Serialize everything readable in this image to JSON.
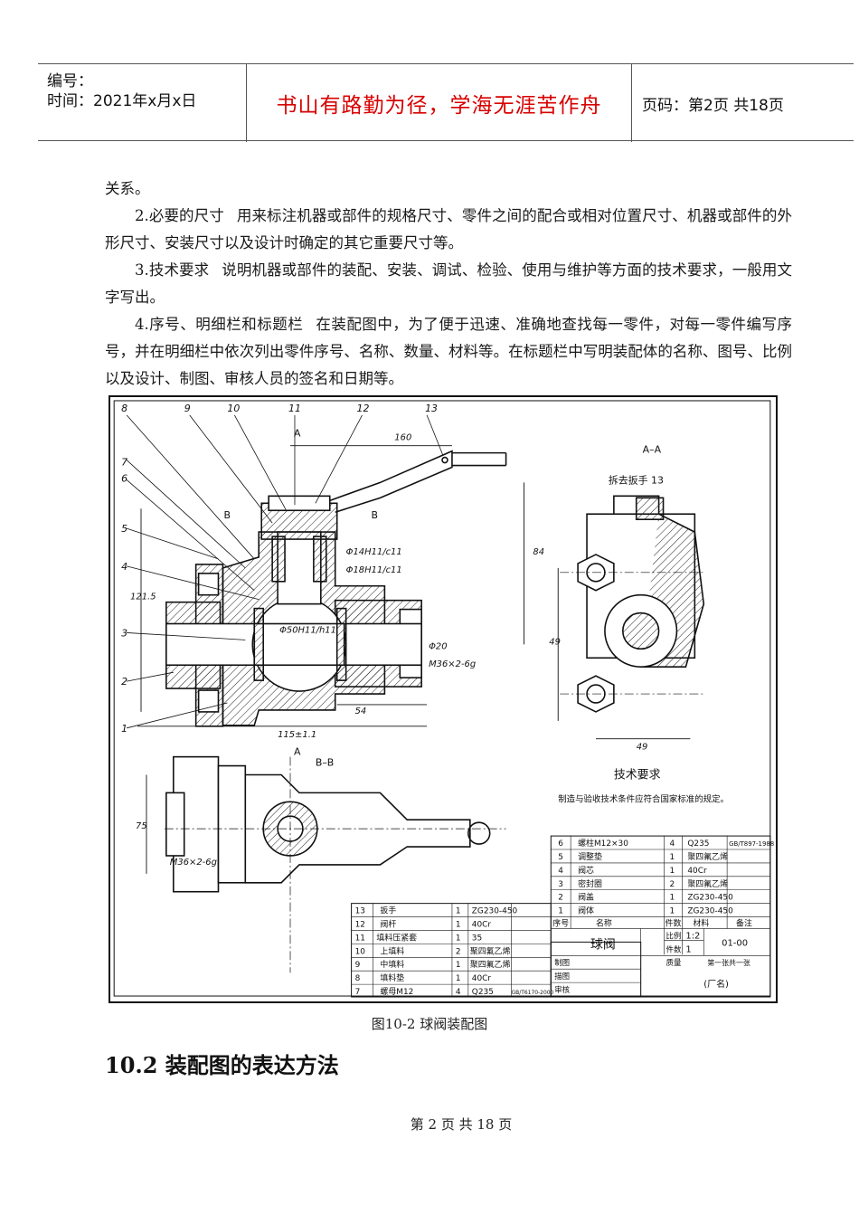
{
  "header": {
    "number_label": "编号：",
    "time_label": "时间：2021年x月x日",
    "motto": "书山有路勤为径，学海无涯苦作舟",
    "page_info": "页码：第2页  共18页"
  },
  "body": {
    "line0": "关系。",
    "items": [
      {
        "head": "2.必要的尺寸",
        "text": "用来标注机器或部件的规格尺寸、零件之间的配合或相对位置尺寸、机器或部件的外形尺寸、安装尺寸以及设计时确定的其它重要尺寸等。"
      },
      {
        "head": "3.技术要求",
        "text": "说明机器或部件的装配、安装、调试、检验、使用与维护等方面的技术要求，一般用文字写出。"
      },
      {
        "head": "4.序号、明细栏和标题栏",
        "text": "在装配图中，为了便于迅速、准确地查找每一零件，对每一零件编写序号，并在明细栏中依次列出零件序号、名称、数量、材料等。在标题栏中写明装配体的名称、图号、比例以及设计、制图、审核人员的签名和日期等。"
      }
    ]
  },
  "figure": {
    "balloons": [
      "1",
      "2",
      "3",
      "4",
      "5",
      "6",
      "7",
      "8",
      "9",
      "10",
      "11",
      "12",
      "13"
    ],
    "dims": {
      "d160": "160",
      "d84": "84",
      "d121": "121.5",
      "d115": "115±1.1",
      "d54": "54",
      "d49a": "49",
      "d49b": "49",
      "d75": "75",
      "d20": "Φ20",
      "fit1": "Φ14H11/c11",
      "fit2": "Φ18H11/c11",
      "fit3": "Φ50H11/h11",
      "thread1": "M36×2-6g",
      "thread2": "M36×2-6g"
    },
    "views": {
      "aa": "A–A",
      "bb": "B–B",
      "a": "A",
      "b": "B",
      "remove": "拆去扳手 13"
    },
    "tech": {
      "title": "技术要求",
      "text": "制造与验收技术条件应符合国家标准的规定。"
    },
    "parts_right": [
      {
        "no": "6",
        "name": "螺柱M12×30",
        "qty": "4",
        "mat": "Q235",
        "note": "GB/T897-1988"
      },
      {
        "no": "5",
        "name": "调整垫",
        "qty": "1",
        "mat": "聚四氟乙烯",
        "note": ""
      },
      {
        "no": "4",
        "name": "阀芯",
        "qty": "1",
        "mat": "40Cr",
        "note": ""
      },
      {
        "no": "3",
        "name": "密封圈",
        "qty": "2",
        "mat": "聚四氟乙烯",
        "note": ""
      },
      {
        "no": "2",
        "name": "阀盖",
        "qty": "1",
        "mat": "ZG230-450",
        "note": ""
      },
      {
        "no": "1",
        "name": "阀体",
        "qty": "1",
        "mat": "ZG230-450",
        "note": ""
      }
    ],
    "parts_left": [
      {
        "no": "13",
        "name": "扳手",
        "qty": "1",
        "mat": "ZG230-450",
        "note": ""
      },
      {
        "no": "12",
        "name": "阀杆",
        "qty": "1",
        "mat": "40Cr",
        "note": ""
      },
      {
        "no": "11",
        "name": "填料压紧套",
        "qty": "1",
        "mat": "35",
        "note": ""
      },
      {
        "no": "10",
        "name": "上填料",
        "qty": "2",
        "mat": "聚四氟乙烯",
        "note": ""
      },
      {
        "no": "9",
        "name": "中填料",
        "qty": "1",
        "mat": "聚四氟乙烯",
        "note": ""
      },
      {
        "no": "8",
        "name": "填料垫",
        "qty": "1",
        "mat": "40Cr",
        "note": ""
      },
      {
        "no": "7",
        "name": "螺母M12",
        "qty": "4",
        "mat": "Q235",
        "note": "GB/T6170-2000"
      }
    ],
    "header_row": {
      "no": "序号",
      "name": "名称",
      "qty": "件数",
      "mat": "材料",
      "note": "备注"
    },
    "title_block": {
      "name": "球阀",
      "scale_label": "比例",
      "scale": "1:2",
      "count_label": "件数",
      "count": "1",
      "mass_label": "质量",
      "drawing_no": "01-00",
      "sheet": "第一张共一张",
      "design": "制图",
      "draw": "描图",
      "check": "审核",
      "factory": "(厂名)"
    }
  },
  "caption": "图10-2  球阀装配图",
  "section_title": "10.2 装配图的表达方法",
  "footer": "第 2 页 共 18 页"
}
